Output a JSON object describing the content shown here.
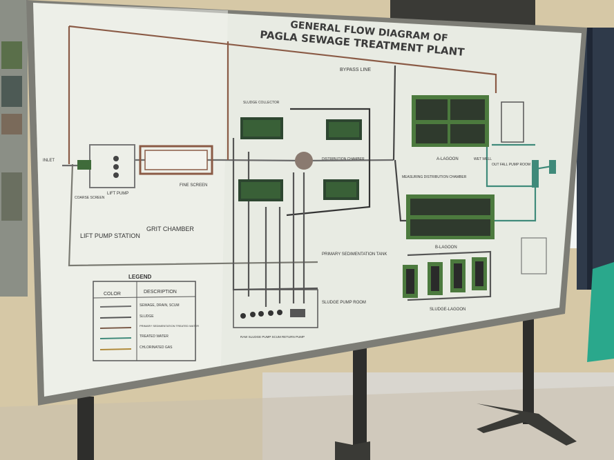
{
  "board": {
    "title_line1": "GENERAL FLOW DIAGRAM OF",
    "title_line2": "PAGLA   SEWAGE   TREATMENT  PLANT",
    "labels": {
      "inlet": "INLET",
      "coarse_screen": "COARSE SCREEN",
      "lift_pump": "LIFT PUMP",
      "fine_screen": "FINE SCREEN",
      "lift_pump_station": "LIFT PUMP STATION",
      "grit_chamber": "GRIT CHAMBER",
      "sludge_collector": "SLUDGE COLLECTOR",
      "distribution_chamber": "DISTRIBUTION CHAMBER",
      "bypass_line": "BYPASS LINE",
      "a_lagoon": "A-LAGOON",
      "b_lagoon": "B-LAGOON",
      "sludge_lagoon": "SLUDGE-LAGOON",
      "measuring_distribution_chamber": "MEASURING DISTRIBUTION CHAMBER",
      "wet_well": "WET WELL",
      "out_fall_pump_room": "OUT FALL PUMP ROOM",
      "primary_sedimentation_tank": "PRIMARY SEDIMENTATION TANK",
      "sludge_pump_room": "SLUDGE PUMP ROOM",
      "raw_sludge_pump": "RAW SLUDGE PUMP  SCUM RETURN PUMP"
    },
    "legend": {
      "title": "LEGEND",
      "col_color": "COLOR",
      "col_description": "DESCRIPTION",
      "rows": [
        {
          "desc": "SEWAGE, DRAIN, SCUM",
          "color": "#6b6b6b"
        },
        {
          "desc": "SLUDGE",
          "color": "#555555"
        },
        {
          "desc": "PRIMARY SEDIMENTATION TREATED WATER",
          "color": "#7a5a48"
        },
        {
          "desc": "TREATED WATER",
          "color": "#3f8a7a"
        },
        {
          "desc": "CHLORINATED GAS",
          "color": "#b08a3a"
        }
      ]
    }
  },
  "colors": {
    "wall": "#d7c9a8",
    "board": "#e9ece4",
    "frame": "#7a7a72",
    "lagoon_green": "#3f6b3a",
    "pipe_brown": "#8a5a45",
    "pipe_teal": "#3f8a7a"
  }
}
